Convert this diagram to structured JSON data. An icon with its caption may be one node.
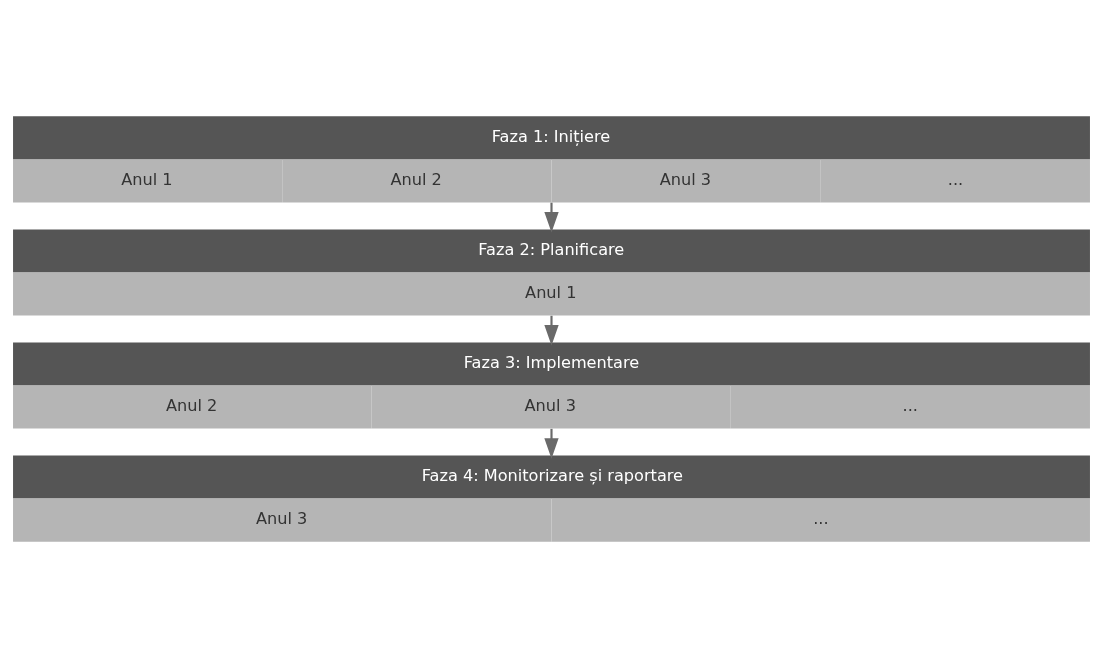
{
  "diagram": {
    "nodes": [
      {
        "text": [
          "Faza 1: Inițiere",
          "Anul 1",
          "Anul 2",
          "Anul 3",
          "..."
        ]
      },
      {
        "text": [
          "Faza 2: Planificare",
          "Anul 1"
        ]
      },
      {
        "text": [
          "Faza 3: Implementare",
          "Anul 2",
          "Anul 3",
          "..."
        ]
      },
      {
        "text": [
          "Faza 4: Monitorizare și raportare",
          "Anul 3",
          "..."
        ]
      }
    ],
    "edges": [
      {
        "from": 0,
        "to": 1,
        "arrow": "to"
      },
      {
        "from": 1,
        "to": 2,
        "arrow": "to"
      },
      {
        "from": 2,
        "to": 3,
        "arrow": "to"
      }
    ]
  }
}
